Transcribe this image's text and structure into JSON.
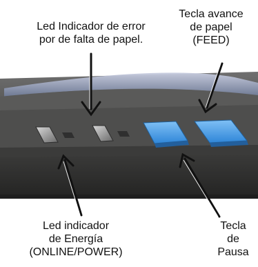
{
  "labels": {
    "error_led": "Led Indicador de error\npor de falta de papel.",
    "feed_key": "Tecla avance\nde papel\n(FEED)",
    "power_led": "Led indicador\nde Energía\n(ONLINE/POWER)",
    "pause_key": "Tecla\nde\nPausa"
  },
  "colors": {
    "key_fill": "#3f9ae8",
    "key_highlight": "#7fc0f5",
    "body_top": "#535352",
    "body_front": "#2c2c2b",
    "window_tint": "#9ba6c6"
  }
}
